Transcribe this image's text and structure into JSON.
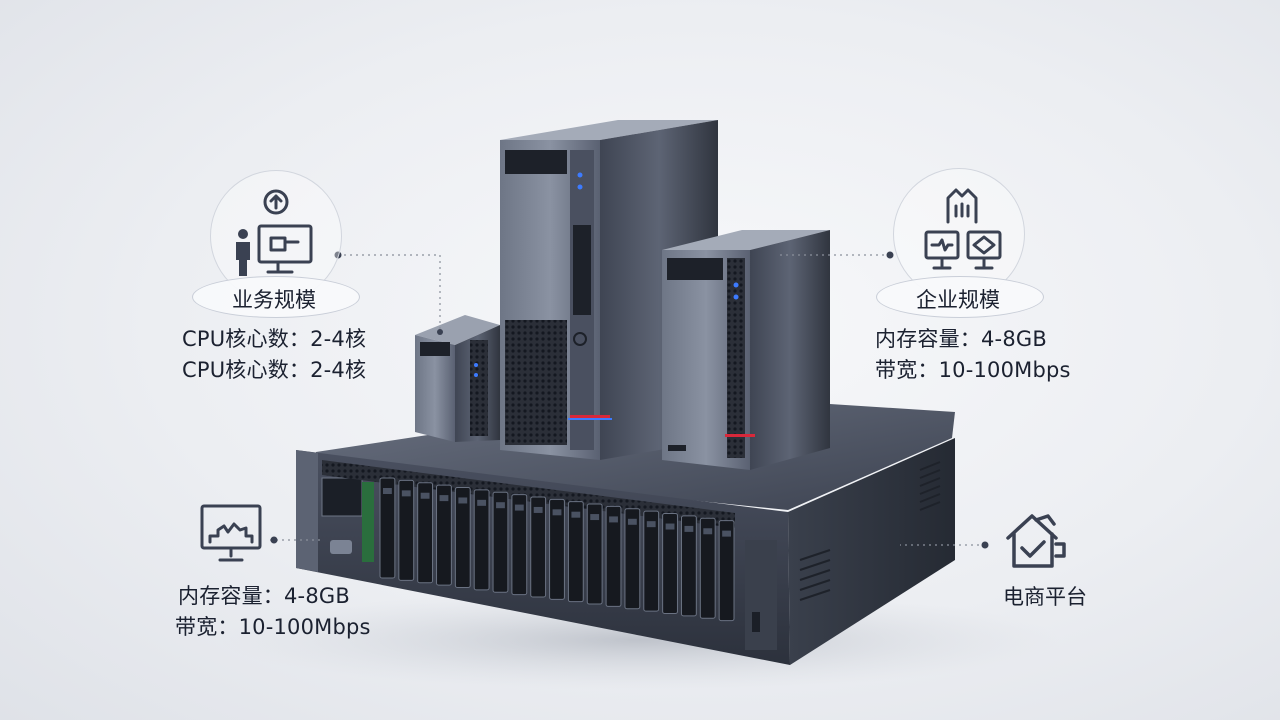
{
  "callouts": {
    "business": {
      "label": "业务规模",
      "specs": [
        "CPU核心数：2-4核",
        "CPU核心数：2-4核"
      ]
    },
    "enterprise": {
      "label": "企业规模",
      "specs": [
        "内存容量：4-8GB",
        "带宽：10-100Mbps"
      ]
    },
    "monitor_specs": {
      "specs": [
        "内存容量：4-8GB",
        "带宽：10-100Mbps"
      ]
    },
    "ecommerce": {
      "label": "电商平台"
    }
  },
  "icons": {
    "business": "person-with-monitor-upload-icon",
    "enterprise": "building-with-two-monitors-icon",
    "monitor": "monitor-chart-icon",
    "ecommerce": "house-check-icon"
  },
  "colors": {
    "server_dark": "#3c4250",
    "server_mid": "#5b6271",
    "accent_blue": "#3d7bff",
    "accent_red": "#d8283a",
    "text": "#1b2130",
    "icon_stroke": "#3a4152"
  }
}
